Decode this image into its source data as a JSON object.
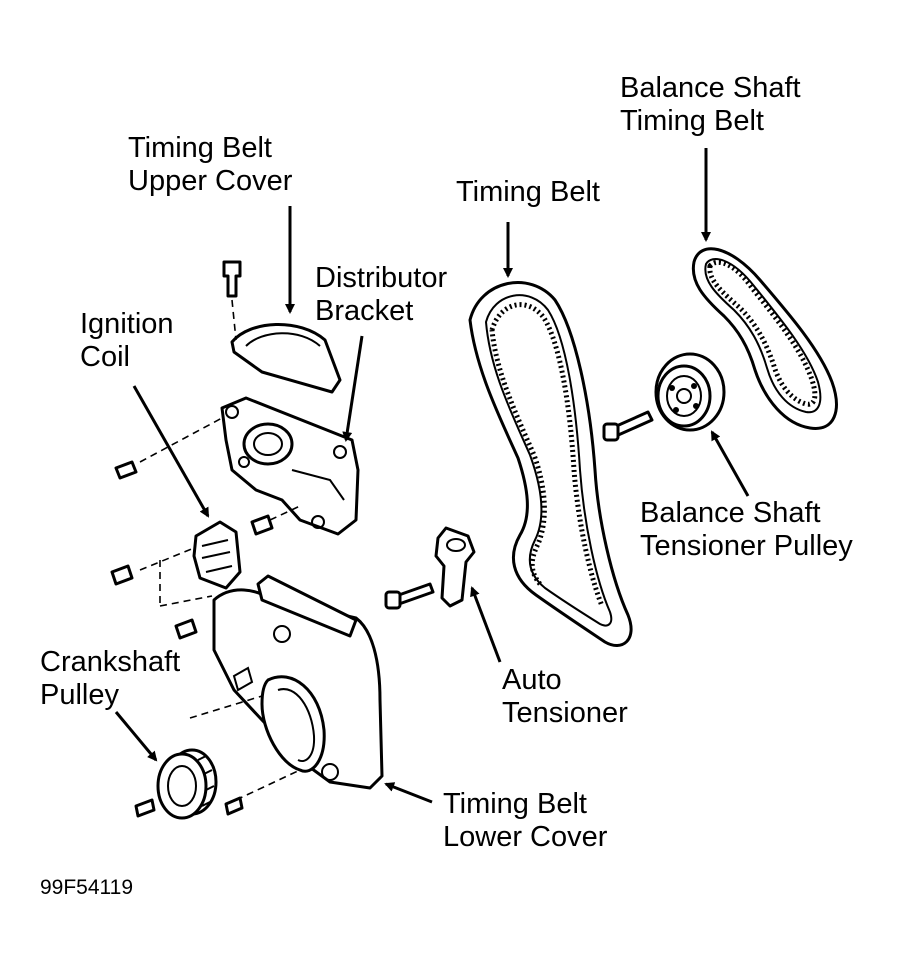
{
  "labels": {
    "timing_belt_upper_cover": [
      "Timing Belt",
      "Upper Cover"
    ],
    "distributor_bracket": [
      "Distributor",
      "Bracket"
    ],
    "ignition_coil": [
      "Ignition",
      "Coil"
    ],
    "timing_belt": [
      "Timing Belt"
    ],
    "balance_shaft_timing_belt": [
      "Balance Shaft",
      "Timing Belt"
    ],
    "balance_shaft_tensioner_pulley": [
      "Balance Shaft",
      "Tensioner Pulley"
    ],
    "auto_tensioner": [
      "Auto",
      "Tensioner"
    ],
    "crankshaft_pulley": [
      "Crankshaft",
      "Pulley"
    ],
    "timing_belt_lower_cover": [
      "Timing Belt",
      "Lower Cover"
    ]
  },
  "figure_code": "99F54119"
}
